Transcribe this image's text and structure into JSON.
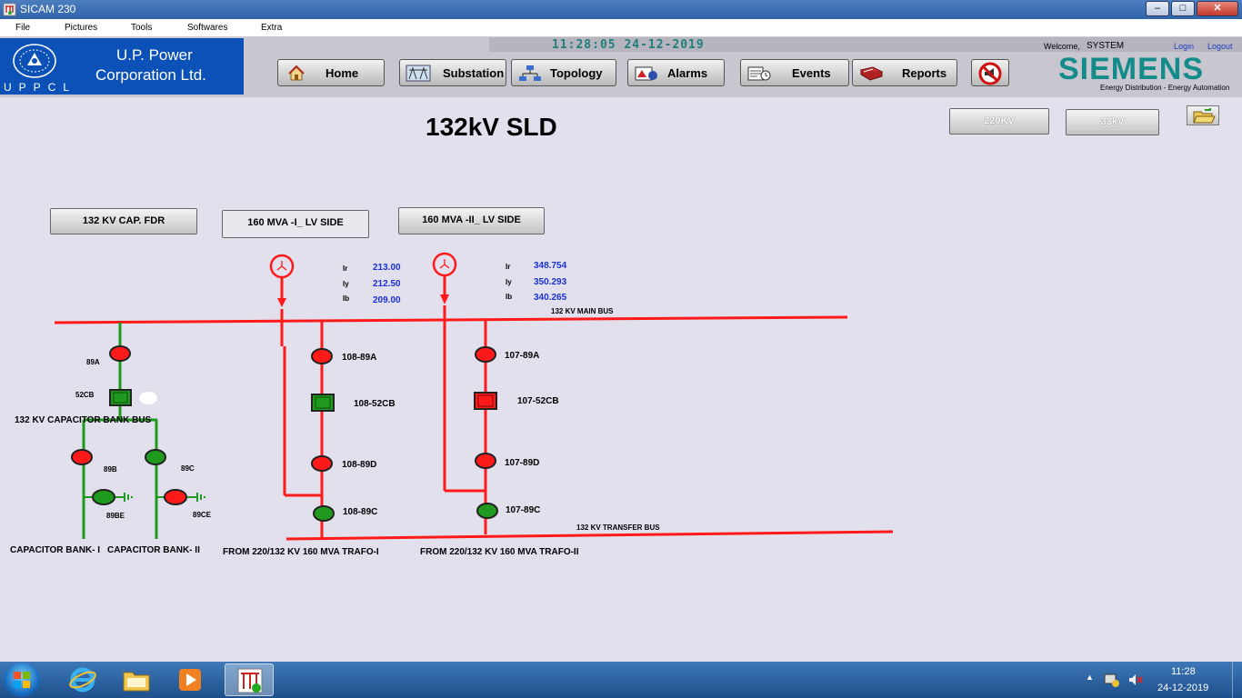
{
  "window": {
    "title": "SICAM 230",
    "min": "–",
    "max": "□",
    "close": "✕"
  },
  "menu": [
    "File",
    "Pictures",
    "Tools",
    "Softwares",
    "Extra"
  ],
  "header": {
    "org_line1": "U.P. Power",
    "org_line2": "Corporation Ltd.",
    "org_abbr": "UPPCL",
    "clock": "11:28:05  24-12-2019",
    "welcome": "Welcome,",
    "user": "SYSTEM",
    "login": "Login",
    "logout": "Logout",
    "brand": "SIEMENS",
    "brand_sub": "Energy Distribution - Energy Automation",
    "nav": {
      "home": "Home",
      "substation": "Substation",
      "topology": "Topology",
      "alarms": "Alarms",
      "events": "Events",
      "reports": "Reports"
    }
  },
  "page": {
    "title": "132kV SLD",
    "btn_220": "220KV",
    "btn_33": "33kV",
    "btn_cap_fdr": "132 KV CAP. FDR",
    "btn_trafo1": "160 MVA -I_ LV SIDE",
    "btn_trafo2": "160 MVA -II_ LV SIDE"
  },
  "sld": {
    "main_bus": "132 KV MAIN BUS",
    "transfer_bus": "132 KV TRANSFER BUS",
    "cap_bus": "132 KV CAPACITOR BANK BUS",
    "cap_labels": {
      "iso_89a": "89A",
      "cb_52cb": "52CB",
      "iso_89b": "89B",
      "iso_89c": "89C",
      "earth_89be": "89BE",
      "earth_89ce": "89CE"
    },
    "cap_bank1": "CAPACITOR BANK- I",
    "cap_bank2": "CAPACITOR BANK- II",
    "bay108": {
      "iso_a": "108-89A",
      "cb": "108-52CB",
      "iso_d": "108-89D",
      "iso_c": "108-89C",
      "source": "FROM 220/132 KV 160 MVA TRAFO-I"
    },
    "bay107": {
      "iso_a": "107-89A",
      "cb": "107-52CB",
      "iso_d": "107-89D",
      "iso_c": "107-89C",
      "source": "FROM 220/132 KV 160 MVA TRAFO-II"
    },
    "meas1": {
      "ir_label": "Ir",
      "iy_label": "Iy",
      "ib_label": "Ib",
      "ir": "213.00",
      "iy": "212.50",
      "ib": "209.00"
    },
    "meas2": {
      "ir_label": "Ir",
      "iy_label": "Iy",
      "ib_label": "Ib",
      "ir": "348.754",
      "iy": "350.293",
      "ib": "340.265"
    }
  },
  "colors": {
    "energized": "#ff1a1a",
    "deenergized": "#1e9a1e",
    "closed_device": "#ff1a1a",
    "open_device": "#1f9a1f",
    "measurement": "#1a2fd6"
  },
  "taskbar": {
    "time": "11:28",
    "date": "24-12-2019"
  }
}
